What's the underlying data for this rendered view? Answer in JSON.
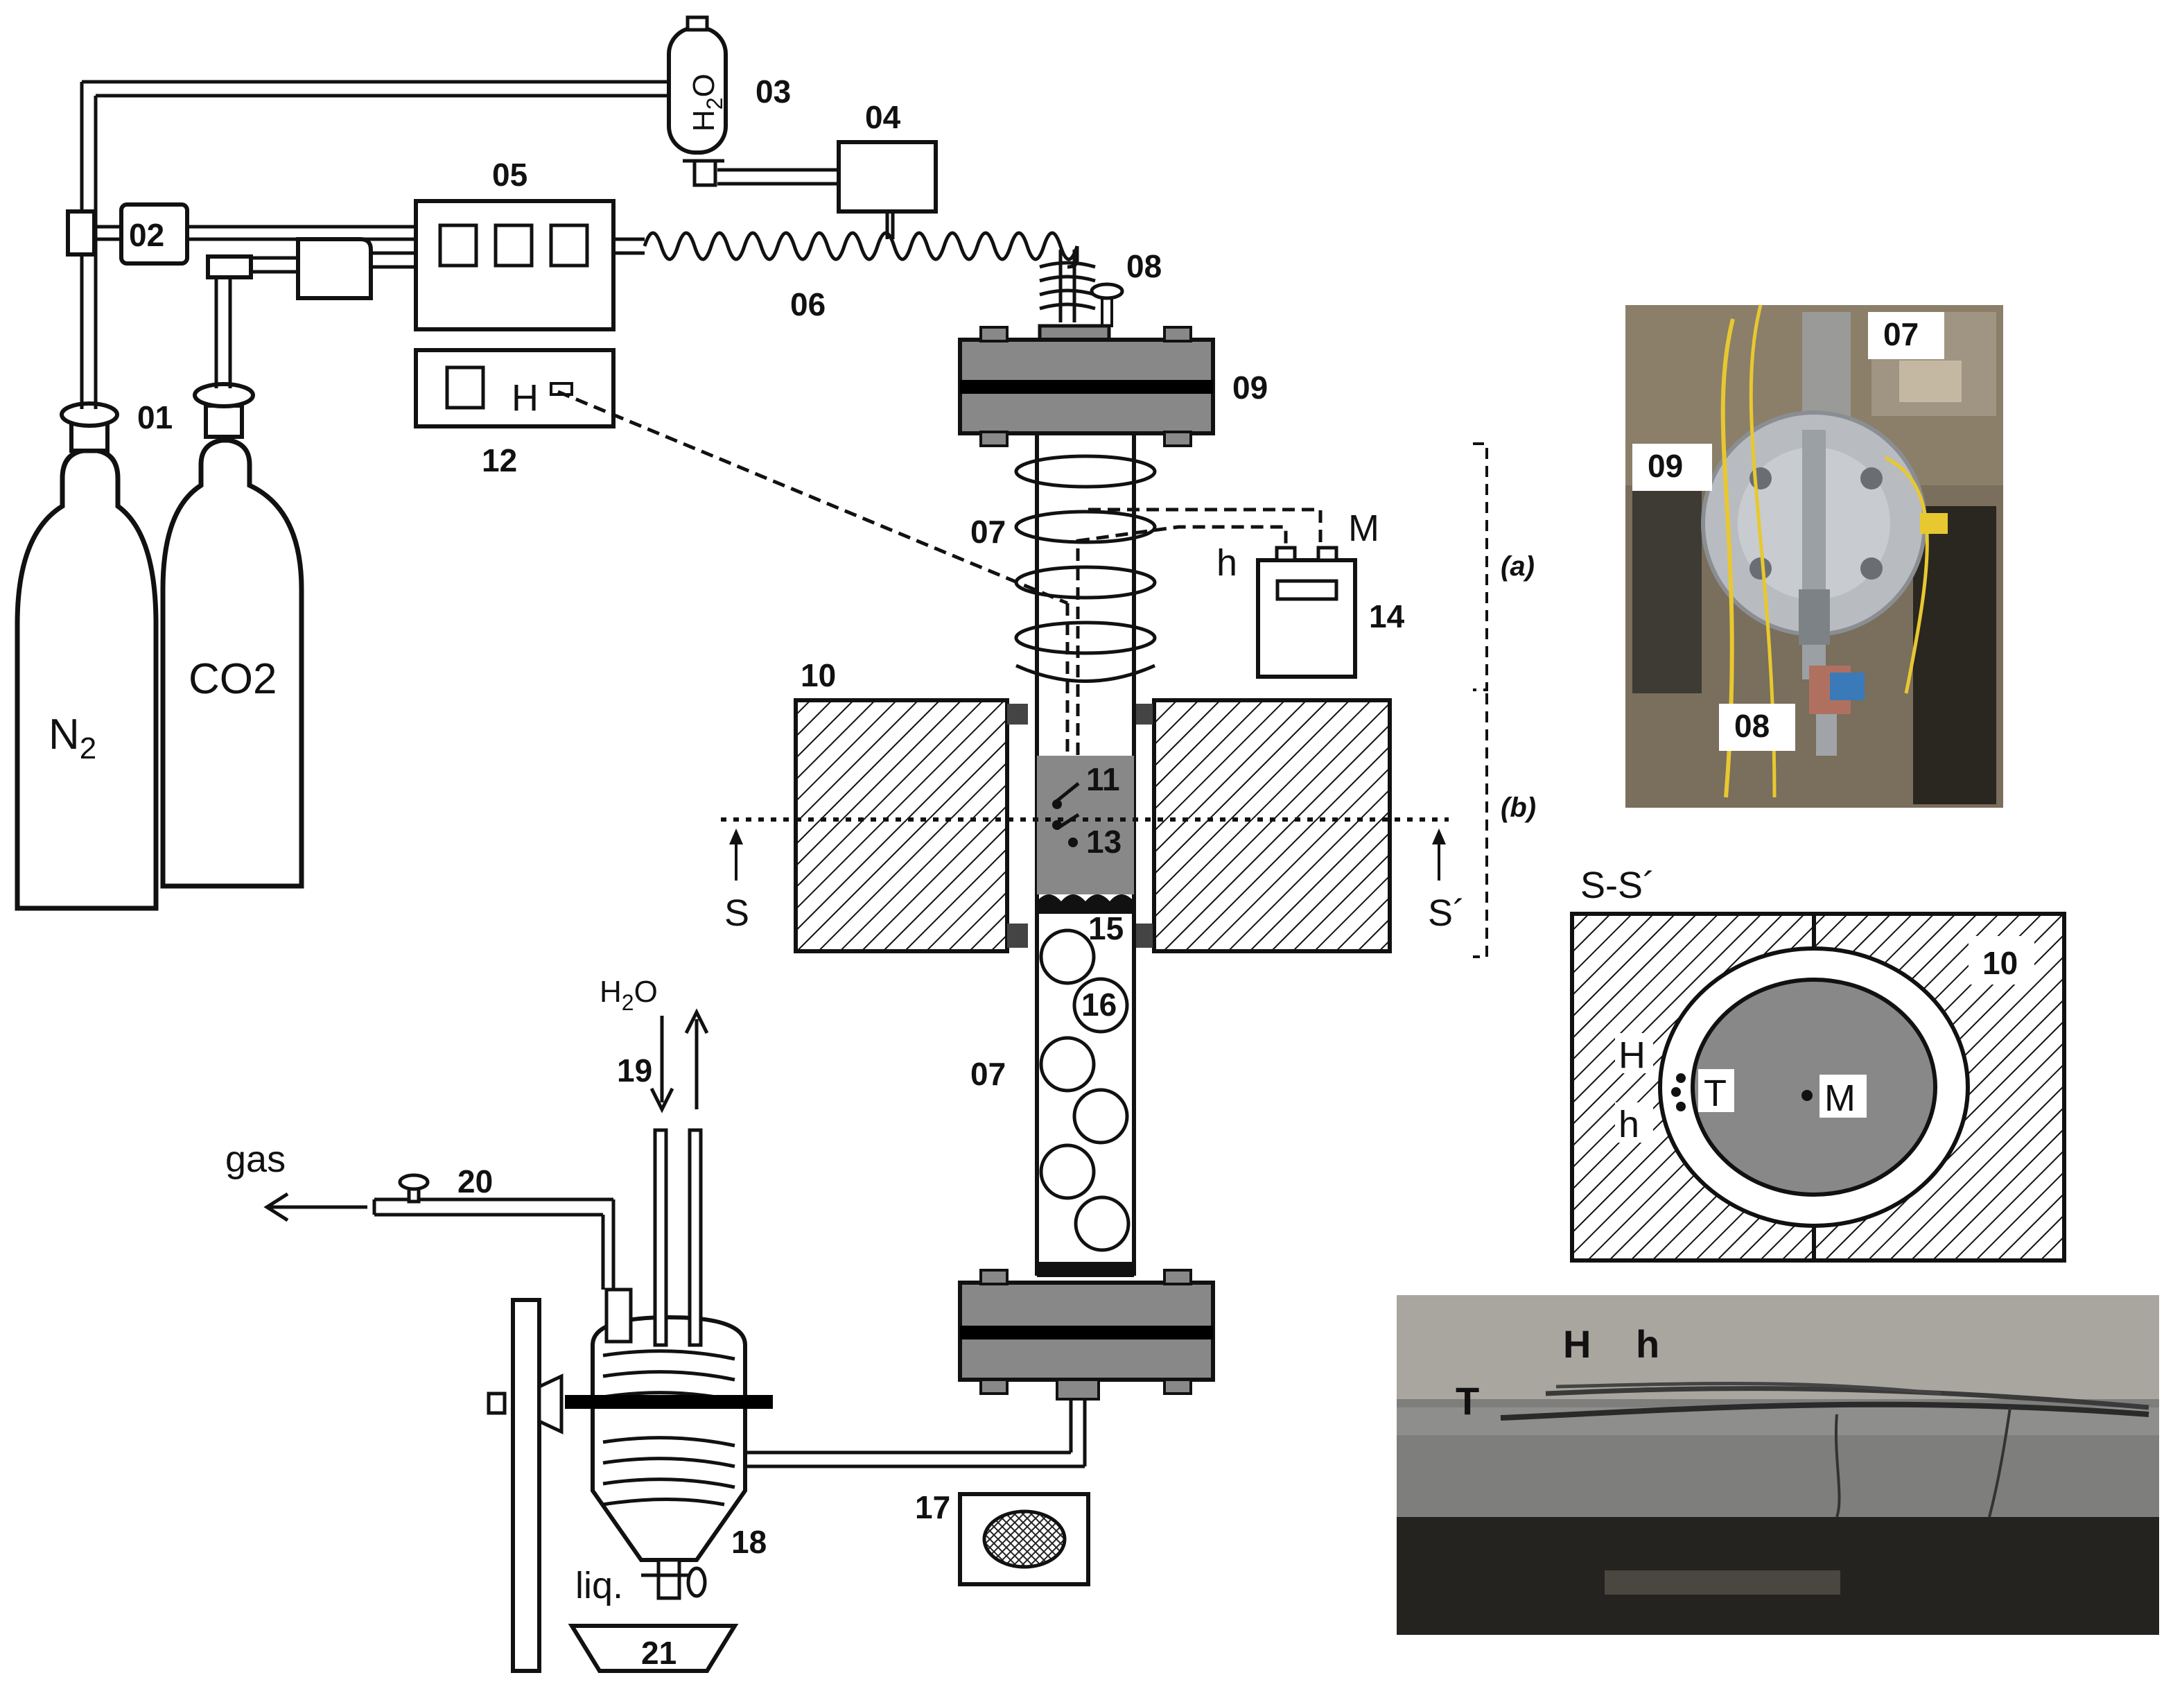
{
  "labels": {
    "n01": "01",
    "n02": "02",
    "n03": "03",
    "n04": "04",
    "n05": "05",
    "n06": "06",
    "n07a": "07",
    "n07b": "07",
    "n08": "08",
    "n09": "09",
    "n10": "10",
    "n11": "11",
    "n12": "12",
    "n13": "13",
    "n14": "14",
    "n15": "15",
    "n16": "16",
    "n17": "17",
    "n18": "18",
    "n19": "19",
    "n20": "20",
    "n21": "21",
    "n2_main": "N",
    "n2_sub": "2",
    "co2": "CO2",
    "h2o_tank_h": "H",
    "h2o_tank_2": "2",
    "h2o_tank_o": "O",
    "heater_H": "H",
    "heater_h": "h",
    "heater_M": "M",
    "region_a": "(a)",
    "region_b": "(b)",
    "s_left": "S",
    "s_right": "S´",
    "h2o_cool_h": "H",
    "h2o_cool_2": "2",
    "h2o_cool_o": "O",
    "gas": "gas",
    "liq": "liq."
  },
  "section": {
    "title": "S-S´",
    "num": "10",
    "H": "H",
    "h": "h",
    "T": "T",
    "M": "M"
  },
  "photo_top": {
    "p07": "07",
    "p09": "09",
    "p08": "08"
  },
  "photo_bottom": {
    "T": "T",
    "H": "H",
    "h": "h"
  }
}
